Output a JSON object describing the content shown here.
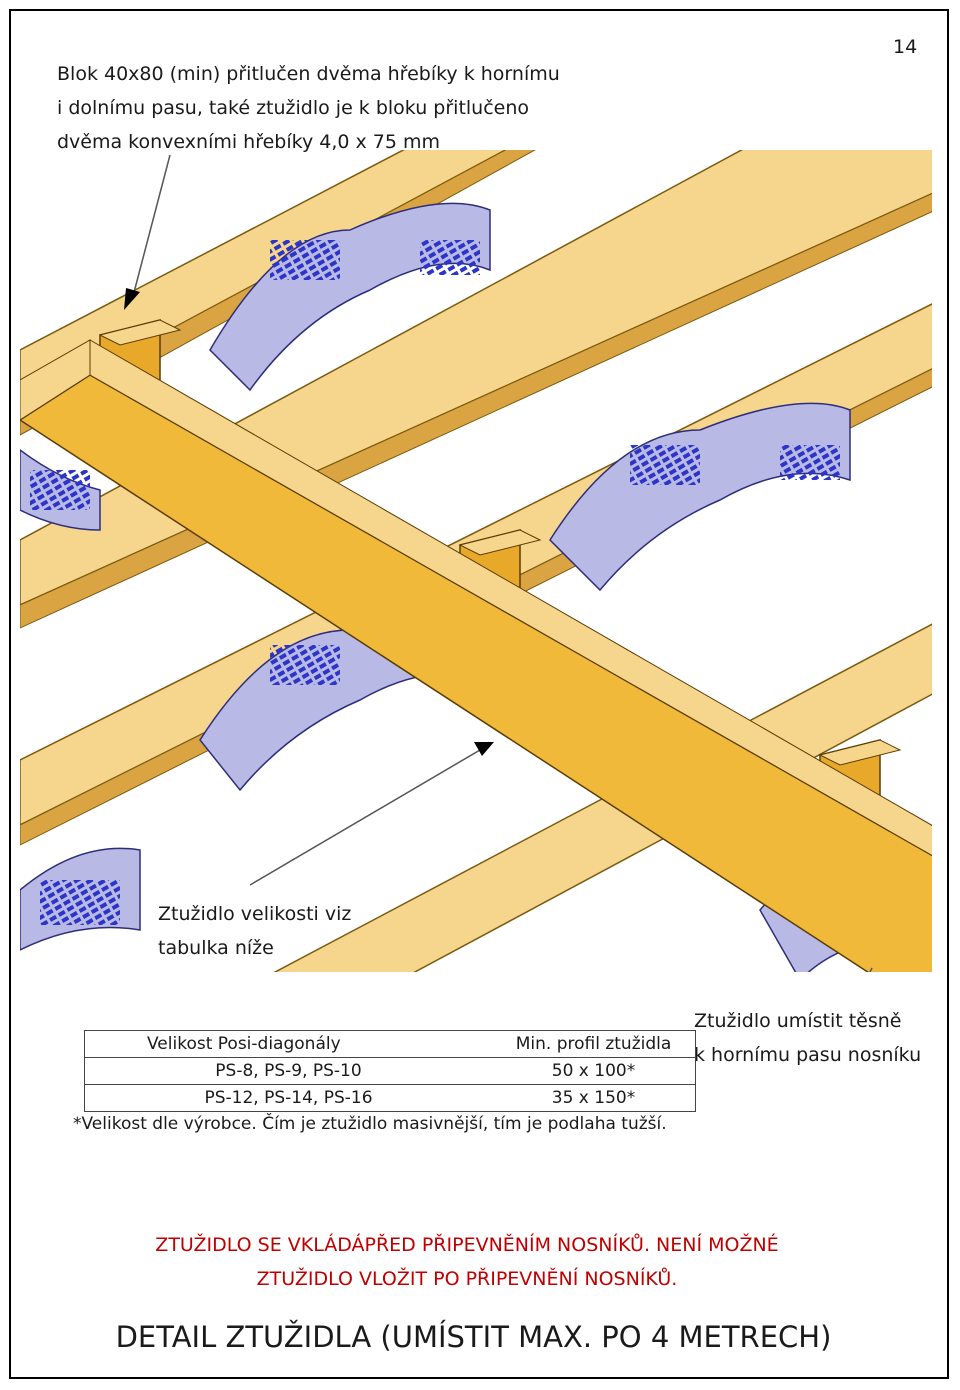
{
  "page_number": "14",
  "callouts": {
    "top": [
      "Blok 40x80 (min) přitlučen dvěma hřebíky k hornímu",
      "i dolnímu pasu, také ztužidlo je k bloku přitlučeno",
      "dvěma konvexními hřebíky 4,0 x 75 mm"
    ],
    "middle": [
      "Ztužidlo velikosti viz",
      "tabulka níže"
    ],
    "right": [
      "Ztužidlo umístit těsně",
      "k hornímu pasu nosníku"
    ]
  },
  "table": {
    "headers": [
      "Velikost Posi-diagonály",
      "Min. profil ztužidla"
    ],
    "rows": [
      [
        "PS-8, PS-9, PS-10",
        "50 x 100*"
      ],
      [
        "PS-12, PS-14, PS-16",
        "35 x 150*"
      ]
    ],
    "footnote": "*Velikost dle výrobce. Čím je ztužidlo masivnější, tím je podlaha tužší."
  },
  "warning": [
    "ZTUŽIDLO SE VKLÁDÁPŘED PŘIPEVNĚNÍM NOSNÍKŮ. NENÍ MOŽNÉ",
    "ZTUŽIDLO VLOŽIT PO PŘIPEVNĚNÍ NOSNÍKŮ."
  ],
  "title": "DETAIL ZTUŽIDLA (UMÍSTIT MAX. PO 4 METRECH)",
  "colors": {
    "timber_light": "#f6d58c",
    "timber_dark": "#e8a92a",
    "web_fill": "#b9b9e6",
    "web_holes": "#2c35c8",
    "warning_red": "#c00000"
  }
}
